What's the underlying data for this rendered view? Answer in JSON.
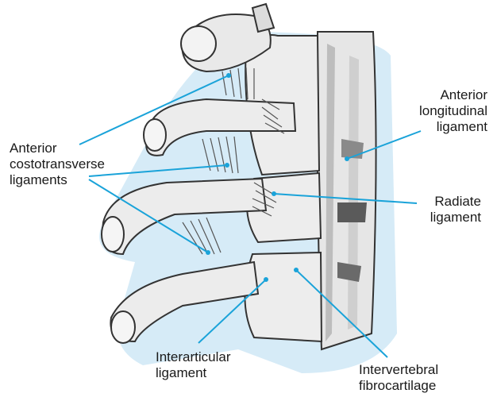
{
  "labels": {
    "anterior_costotransverse": [
      "Anterior",
      "costotransverse",
      "ligaments"
    ],
    "anterior_longitudinal": [
      "Anterior",
      "longitudinal",
      "ligament"
    ],
    "radiate": [
      "Radiate",
      "ligament"
    ],
    "interarticular": [
      "Interarticular",
      "ligament"
    ],
    "intervertebral": [
      "Intervertebral",
      "fibrocartilage"
    ]
  },
  "colors": {
    "leader_line": "#1aa3d9",
    "shadow": "#cfe7f6",
    "bone": "#e8e8e8",
    "bone_dark": "#9a9a9a",
    "outline": "#3a3a3a"
  }
}
